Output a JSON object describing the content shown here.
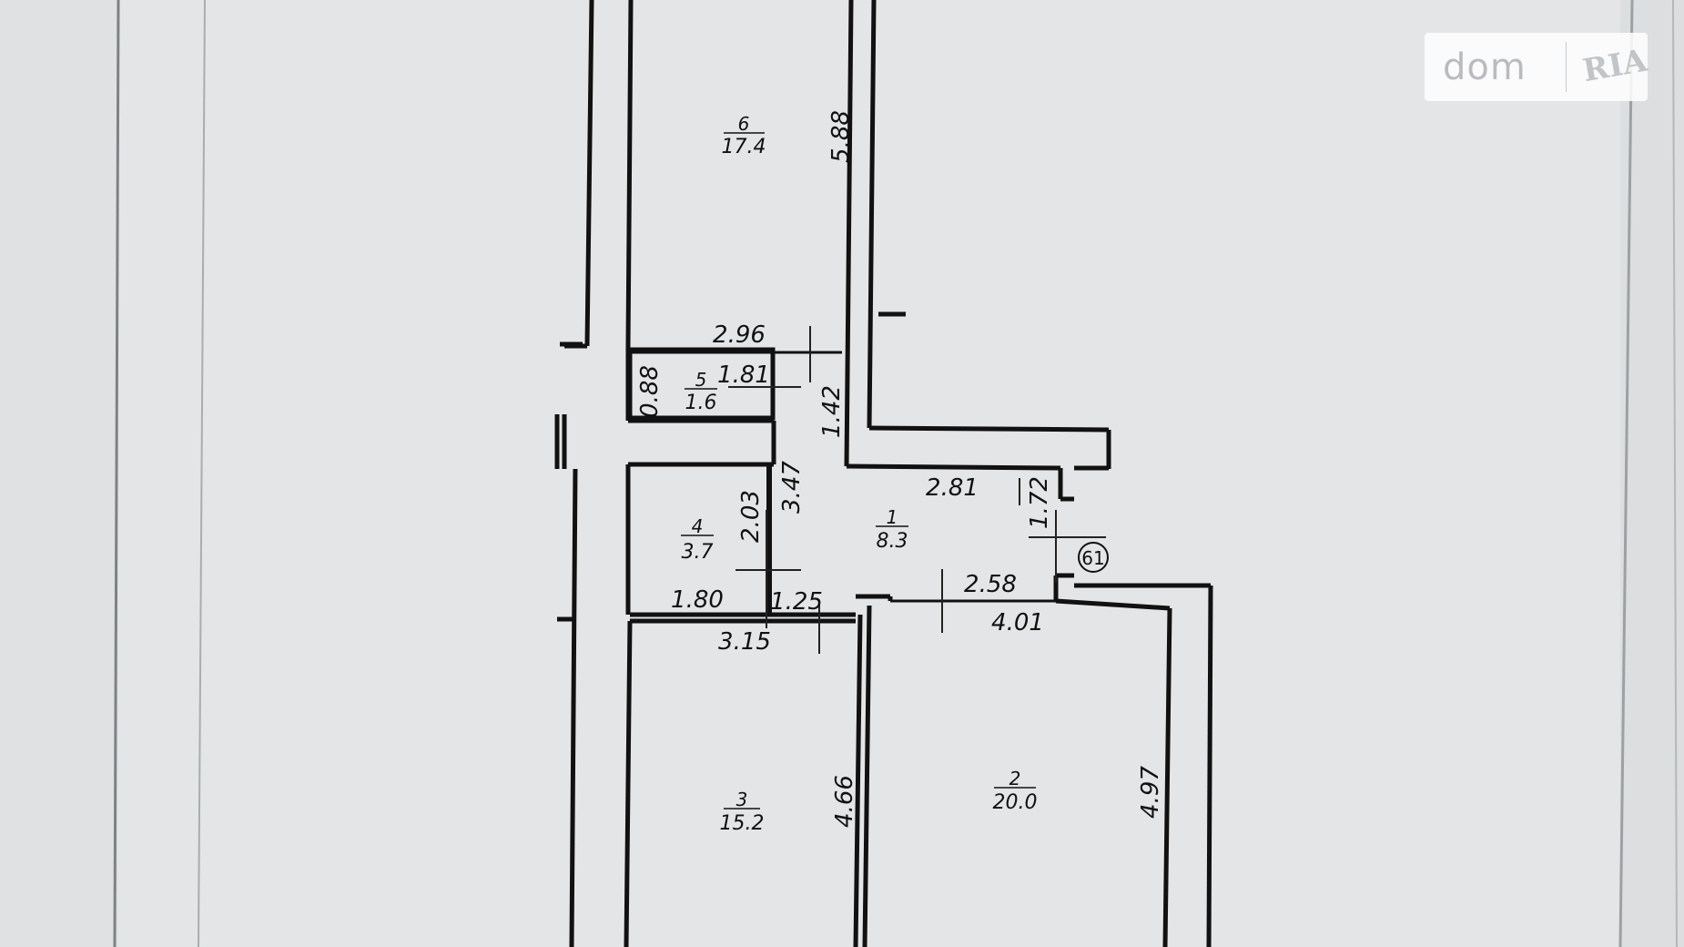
{
  "watermark": {
    "brand": "dom",
    "badge": "RIA"
  },
  "rooms": [
    {
      "number": "1",
      "area": "8.3"
    },
    {
      "number": "2",
      "area": "20.0"
    },
    {
      "number": "3",
      "area": "15.2"
    },
    {
      "number": "4",
      "area": "3.7"
    },
    {
      "number": "5",
      "area": "1.6"
    },
    {
      "number": "6",
      "area": "17.4"
    }
  ],
  "dimensions": {
    "room6_height": "5.88",
    "room6_width": "2.96",
    "room5_width": "1.81",
    "room5_height": "0.88",
    "corridor_upper": "1.42",
    "corridor_height": "3.47",
    "hall_width": "2.81",
    "entrance": "1.72",
    "room4_height": "2.03",
    "room4_width": "1.80",
    "hall_gap": "1.25",
    "room2_top": "2.58",
    "room2_width": "4.01",
    "room3_width": "3.15",
    "room3_height": "4.66",
    "room2_height": "4.97"
  },
  "marker": "61"
}
